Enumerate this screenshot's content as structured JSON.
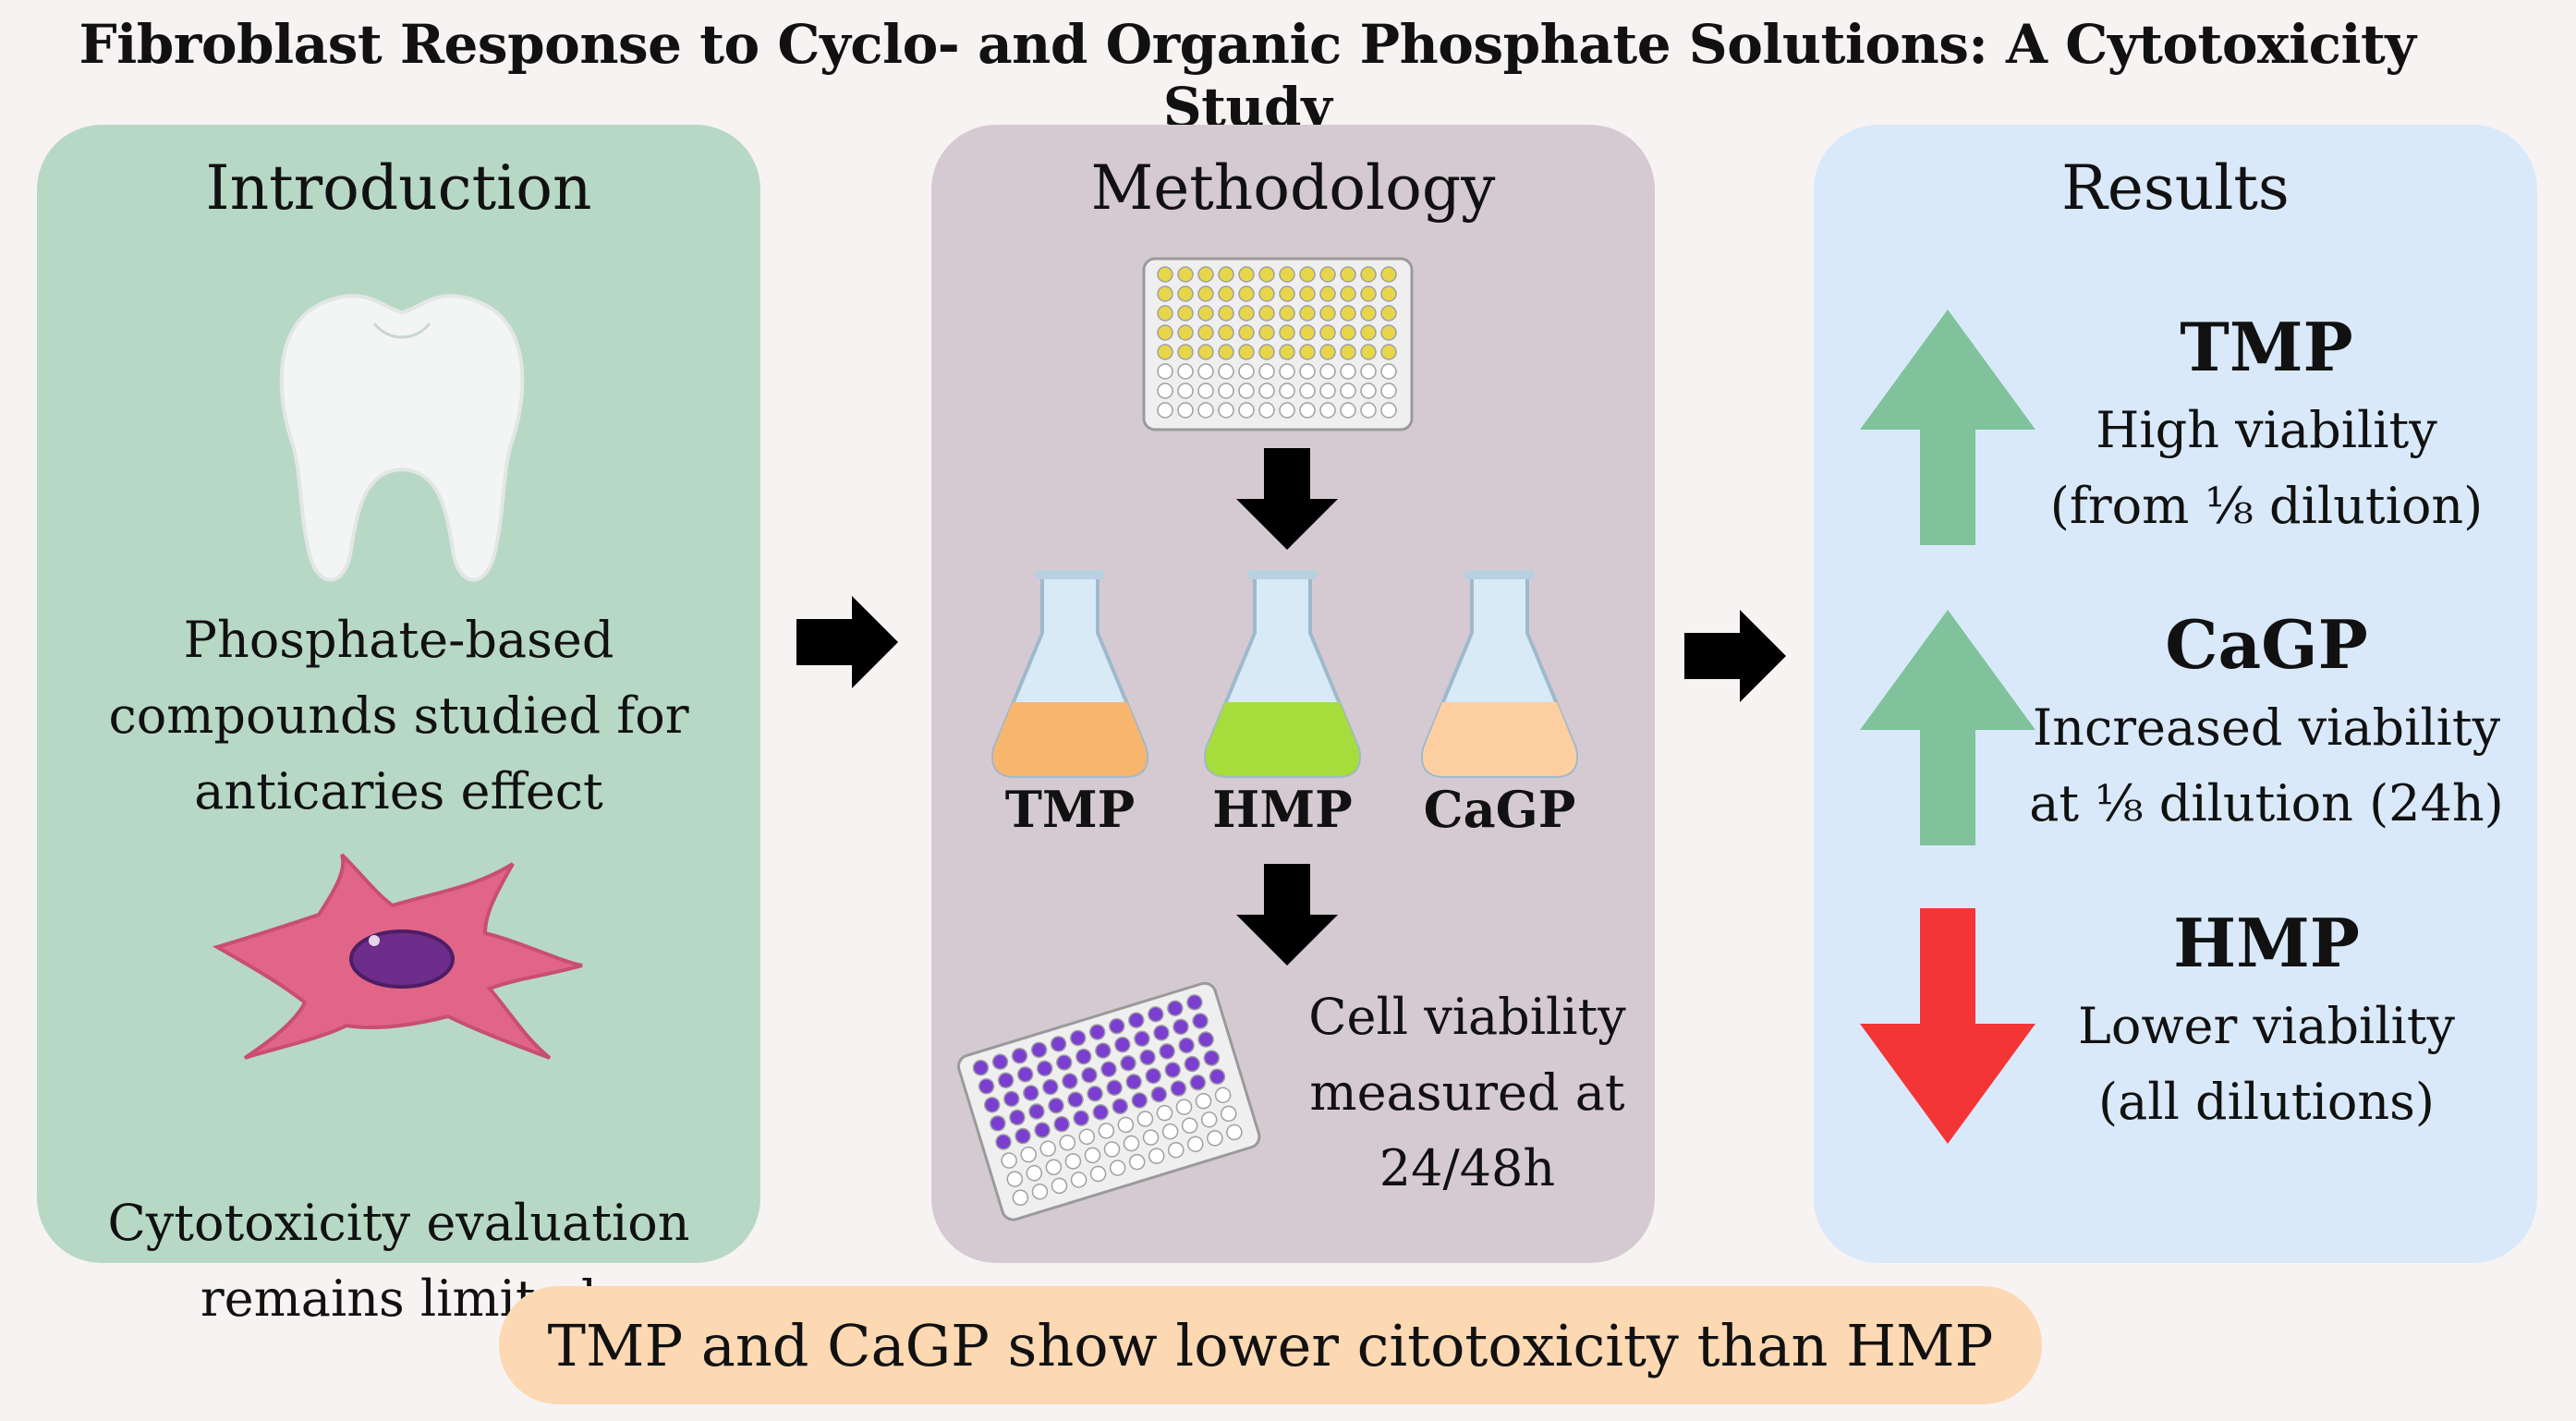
{
  "title": "Fibroblast Response to Cyclo- and Organic Phosphate Solutions: A Cytotoxicity Study",
  "introduction": {
    "heading": "Introduction",
    "point1": [
      "Phosphate-based",
      "compounds studied for",
      "anticaries effect"
    ],
    "point2": [
      "Cytotoxicity evaluation",
      "remains limited"
    ]
  },
  "methodology": {
    "heading": "Methodology",
    "solutions": [
      "TMP",
      "HMP",
      "CaGP"
    ],
    "solution_colors": [
      "#f7b56e",
      "#a6dc3c",
      "#fdcfa0"
    ],
    "measurement": [
      "Cell viability",
      "measured at",
      "24/48h"
    ]
  },
  "results": {
    "heading": "Results",
    "items": [
      {
        "name": "TMP",
        "lines": [
          "High viability",
          "(from ⅛ dilution)"
        ],
        "direction": "up",
        "color": "#7fc29b"
      },
      {
        "name": "CaGP",
        "lines": [
          "Increased viability",
          "at ⅛ dilution (24h)"
        ],
        "direction": "up",
        "color": "#7fc29b"
      },
      {
        "name": "HMP",
        "lines": [
          "Lower viability",
          "(all dilutions)"
        ],
        "direction": "down",
        "color": "#f43535"
      }
    ]
  },
  "conclusion": "TMP and CaGP show lower citotoxicity than HMP"
}
